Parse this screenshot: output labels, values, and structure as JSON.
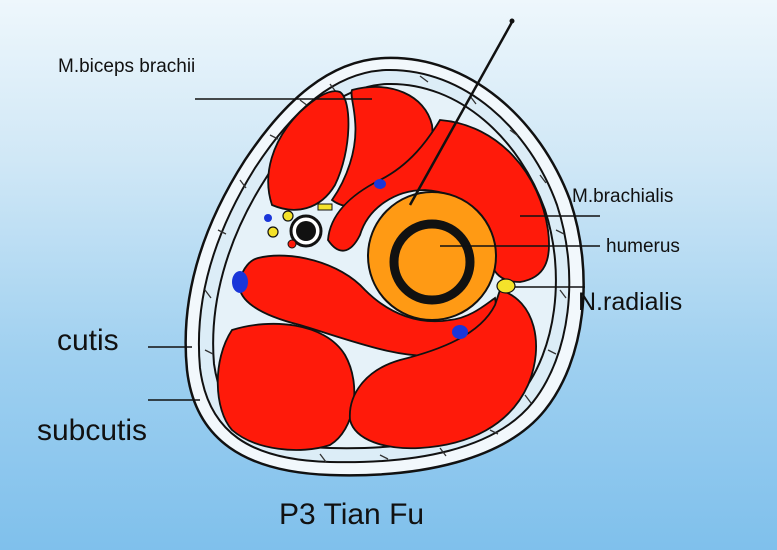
{
  "labels": {
    "biceps": "M.biceps brachii",
    "brachialis": "M.brachialis",
    "humerus": "humerus",
    "radialis": "N.radialis",
    "cutis": "cutis",
    "subcutis": "subcutis",
    "point": "P3 Tian Fu"
  },
  "colors": {
    "muscle": "#ff1a0a",
    "bone": "#ff9a14",
    "nerve": "#f4e22a",
    "vein": "#1a36d9",
    "outline": "#111111",
    "fat": "#e4f2fa"
  }
}
